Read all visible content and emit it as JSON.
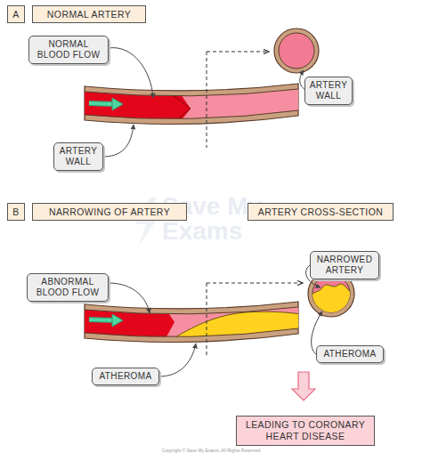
{
  "diagram": {
    "nodes": [
      {
        "text": [
          "A"
        ]
      },
      {
        "text": [
          "NORMAL ARTERY"
        ]
      },
      {
        "text": [
          "NORMAL BLOOD FLOW"
        ]
      },
      {
        "text": [
          "ARTERY WALL"
        ]
      },
      {
        "text": [
          "ARTERY WALL"
        ]
      },
      {
        "text": [
          "B"
        ]
      },
      {
        "text": [
          "NARROWING OF ARTERY"
        ]
      },
      {
        "text": [
          "ARTERY CROSS-SECTION"
        ]
      },
      {
        "text": [
          "NARROWED ARTERY"
        ]
      },
      {
        "text": [
          "ABNORMAL BLOOD FLOW"
        ]
      },
      {
        "text": [
          "ATHEROMA"
        ]
      },
      {
        "text": [
          "ATHEROMA"
        ]
      },
      {
        "text": [
          "LEADING TO CORONARY HEART DISEASE"
        ]
      }
    ],
    "labels": [
      "Save My Exams",
      "Copyright © Save My Exams. All Rights Reserved"
    ]
  }
}
